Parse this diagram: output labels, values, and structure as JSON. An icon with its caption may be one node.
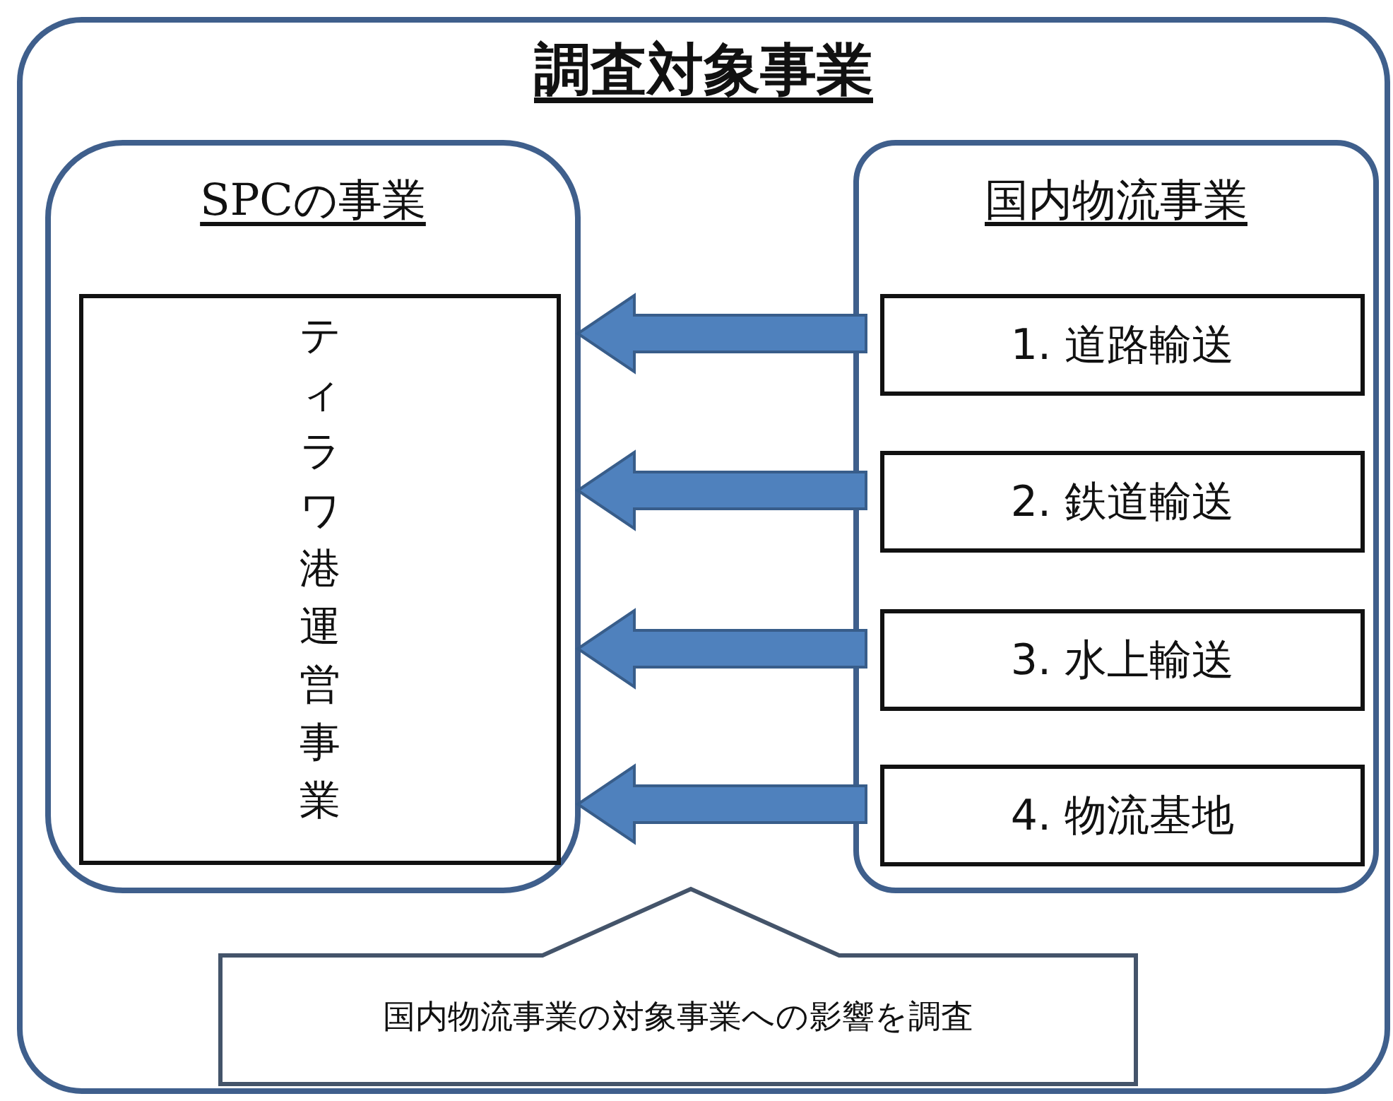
{
  "diagram": {
    "nodes": [
      {
        "text": [
          "調査対象事業"
        ]
      },
      {
        "text": [
          "SPCの事業"
        ],
        "in": 0
      },
      {
        "text": [
          "ティラワ港運営事業"
        ],
        "in": 1
      },
      {
        "text": [
          "国内物流事業"
        ],
        "in": 0
      },
      {
        "text": [
          "1. 道路輸送"
        ],
        "in": 3
      },
      {
        "text": [
          "2. 鉄道輸送"
        ],
        "in": 3
      },
      {
        "text": [
          "3. 水上輸送"
        ],
        "in": 3
      },
      {
        "text": [
          "4. 物流基地"
        ],
        "in": 3
      },
      {
        "text": [
          "国内物流事業の対象事業への影響を調査"
        ],
        "in": 0
      }
    ],
    "edges": [
      {
        "from": 4,
        "to": 1,
        "arrow": "to"
      },
      {
        "from": 5,
        "to": 1,
        "arrow": "to"
      },
      {
        "from": 6,
        "to": 1,
        "arrow": "to"
      },
      {
        "from": 7,
        "to": 1,
        "arrow": "to"
      }
    ]
  }
}
